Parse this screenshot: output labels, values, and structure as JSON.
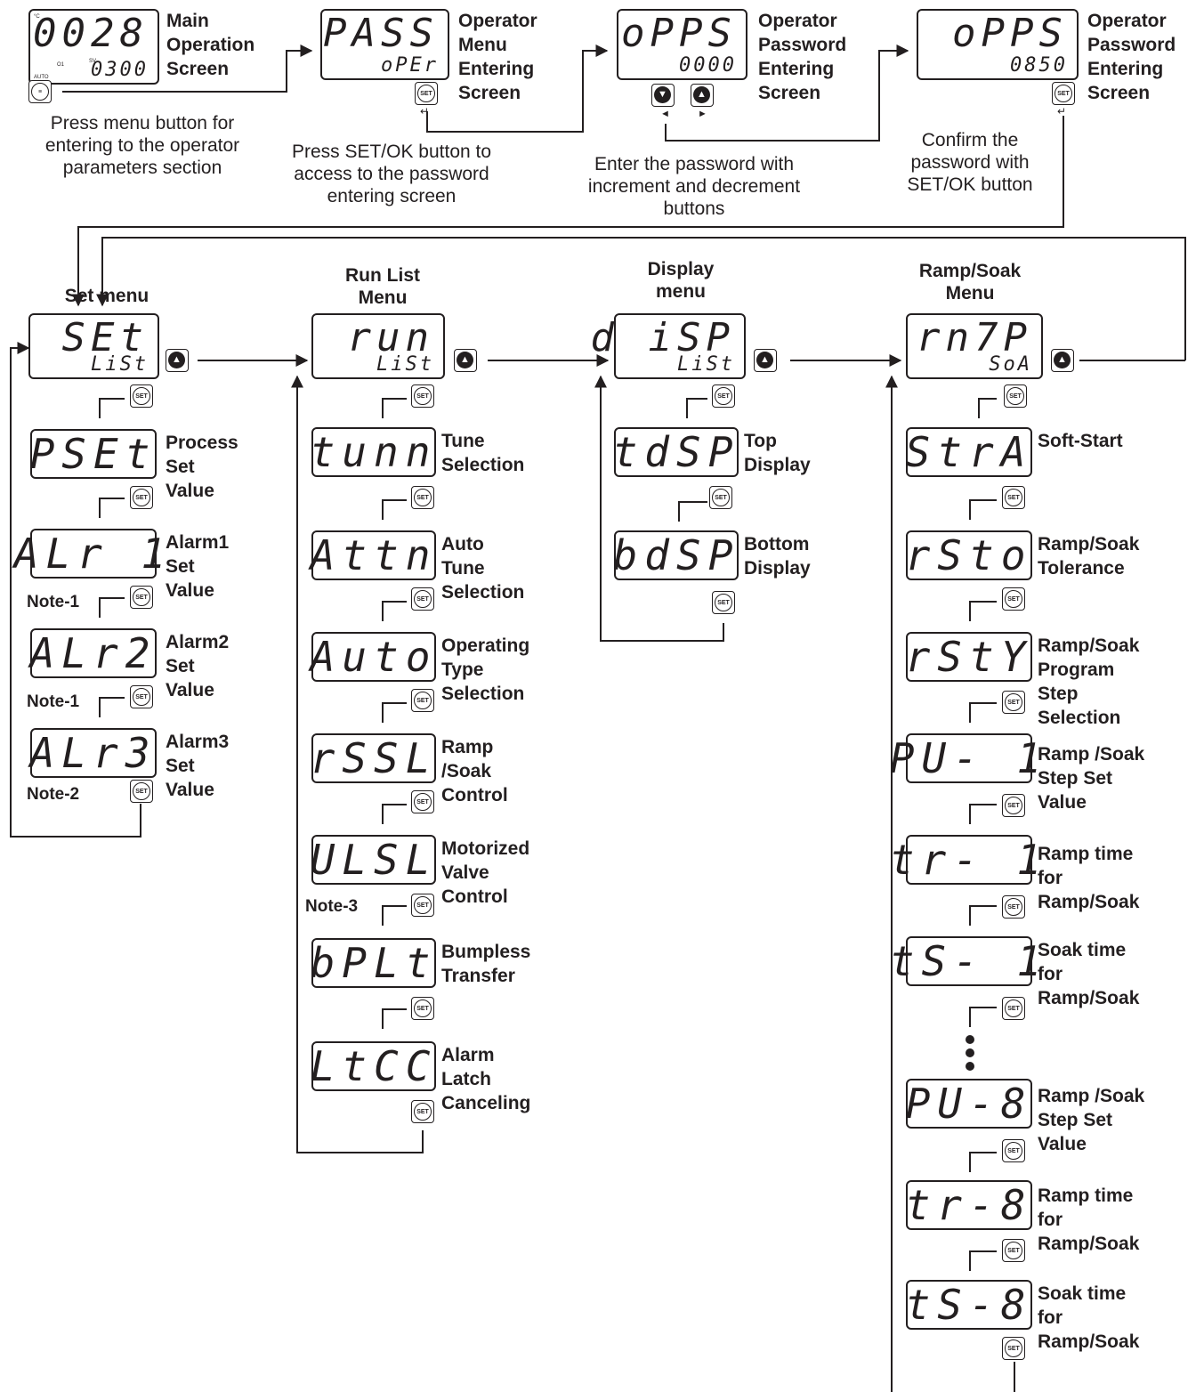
{
  "top": {
    "main": {
      "big": "0028",
      "small": "0300",
      "unit": "°C",
      "o1": "O1",
      "sv": "SV",
      "auto": "AUTO",
      "label": "Main\nOperation\nScreen"
    },
    "pass": {
      "big": "PASS",
      "small": "oPEr",
      "label": "Operator\nMenu\nEntering\nScreen"
    },
    "opps1": {
      "big": "oPPS",
      "small": "0000",
      "label": "Operator\nPassword\nEntering\nScreen"
    },
    "opps2": {
      "big": "oPPS",
      "small": "0850",
      "label": "Operator\nPassword\nEntering\nScreen"
    },
    "desc_menu": "Press menu button for\nentering to the operator\nparameters section",
    "desc_set": "Press SET/OK button to\naccess to the password\nentering screen",
    "desc_password": "Enter the password with\nincrement and decrement\nbuttons",
    "desc_confirm": "Confirm the\npassword with\nSET/OK button"
  },
  "buttons": {
    "set": "SET",
    "up_icon": "▲",
    "down_icon": "▼",
    "left_icon": "◄",
    "right_icon": "►",
    "enter_icon": "↵"
  },
  "menus": {
    "set_menu": {
      "title": "Set menu",
      "big": "SEt",
      "small": "LiSt",
      "items": [
        {
          "code": "PSEt",
          "label": "Process\nSet\nValue"
        },
        {
          "code": "ALr 1",
          "label": "Alarm1\nSet\nValue"
        },
        {
          "code": "ALr2",
          "label": "Alarm2\nSet\nValue"
        },
        {
          "code": "ALr3",
          "label": "Alarm3\nSet\nValue"
        }
      ],
      "notes": [
        "Note-1",
        "Note-1",
        "Note-2"
      ]
    },
    "run_menu": {
      "title": "Run List\nMenu",
      "big": "run",
      "small": "LiSt",
      "items": [
        {
          "code": "tunn",
          "label": "Tune\nSelection"
        },
        {
          "code": "Attn",
          "label": "Auto\nTune\nSelection"
        },
        {
          "code": "Auto",
          "label": "Operating\nType\nSelection"
        },
        {
          "code": "rSSL",
          "label": "Ramp\n/Soak\nControl"
        },
        {
          "code": "ULSL",
          "label": "Motorized\nValve\nControl"
        },
        {
          "code": "bPLt",
          "label": "Bumpless\nTransfer"
        },
        {
          "code": "LtCC",
          "label": "Alarm\nLatch\nCanceling"
        }
      ],
      "note": "Note-3"
    },
    "display_menu": {
      "title": "Display\nmenu",
      "big": "d iSP",
      "small": "LiSt",
      "items": [
        {
          "code": "tdSP",
          "label": "Top\nDisplay"
        },
        {
          "code": "bdSP",
          "label": "Bottom\nDisplay"
        }
      ]
    },
    "ramp_menu": {
      "title": "Ramp/Soak\nMenu",
      "big": "rn7P",
      "small": "SoA",
      "items": [
        {
          "code": "StrA",
          "label": "Soft-Start"
        },
        {
          "code": "rSto",
          "label": "Ramp/Soak\nTolerance"
        },
        {
          "code": "rStY",
          "label": "Ramp/Soak\nProgram\nStep\nSelection"
        },
        {
          "code": "PU- 1",
          "label": "Ramp /Soak\nStep Set\nValue"
        },
        {
          "code": "tr- 1",
          "label": "Ramp time\nfor\nRamp/Soak"
        },
        {
          "code": "tS- 1",
          "label": "Soak time\nfor\nRamp/Soak"
        },
        {
          "code": "PU-8",
          "label": "Ramp /Soak\nStep Set\nValue"
        },
        {
          "code": "tr-8",
          "label": "Ramp time\nfor\nRamp/Soak"
        },
        {
          "code": "tS-8",
          "label": "Soak time\nfor\nRamp/Soak"
        }
      ]
    }
  }
}
